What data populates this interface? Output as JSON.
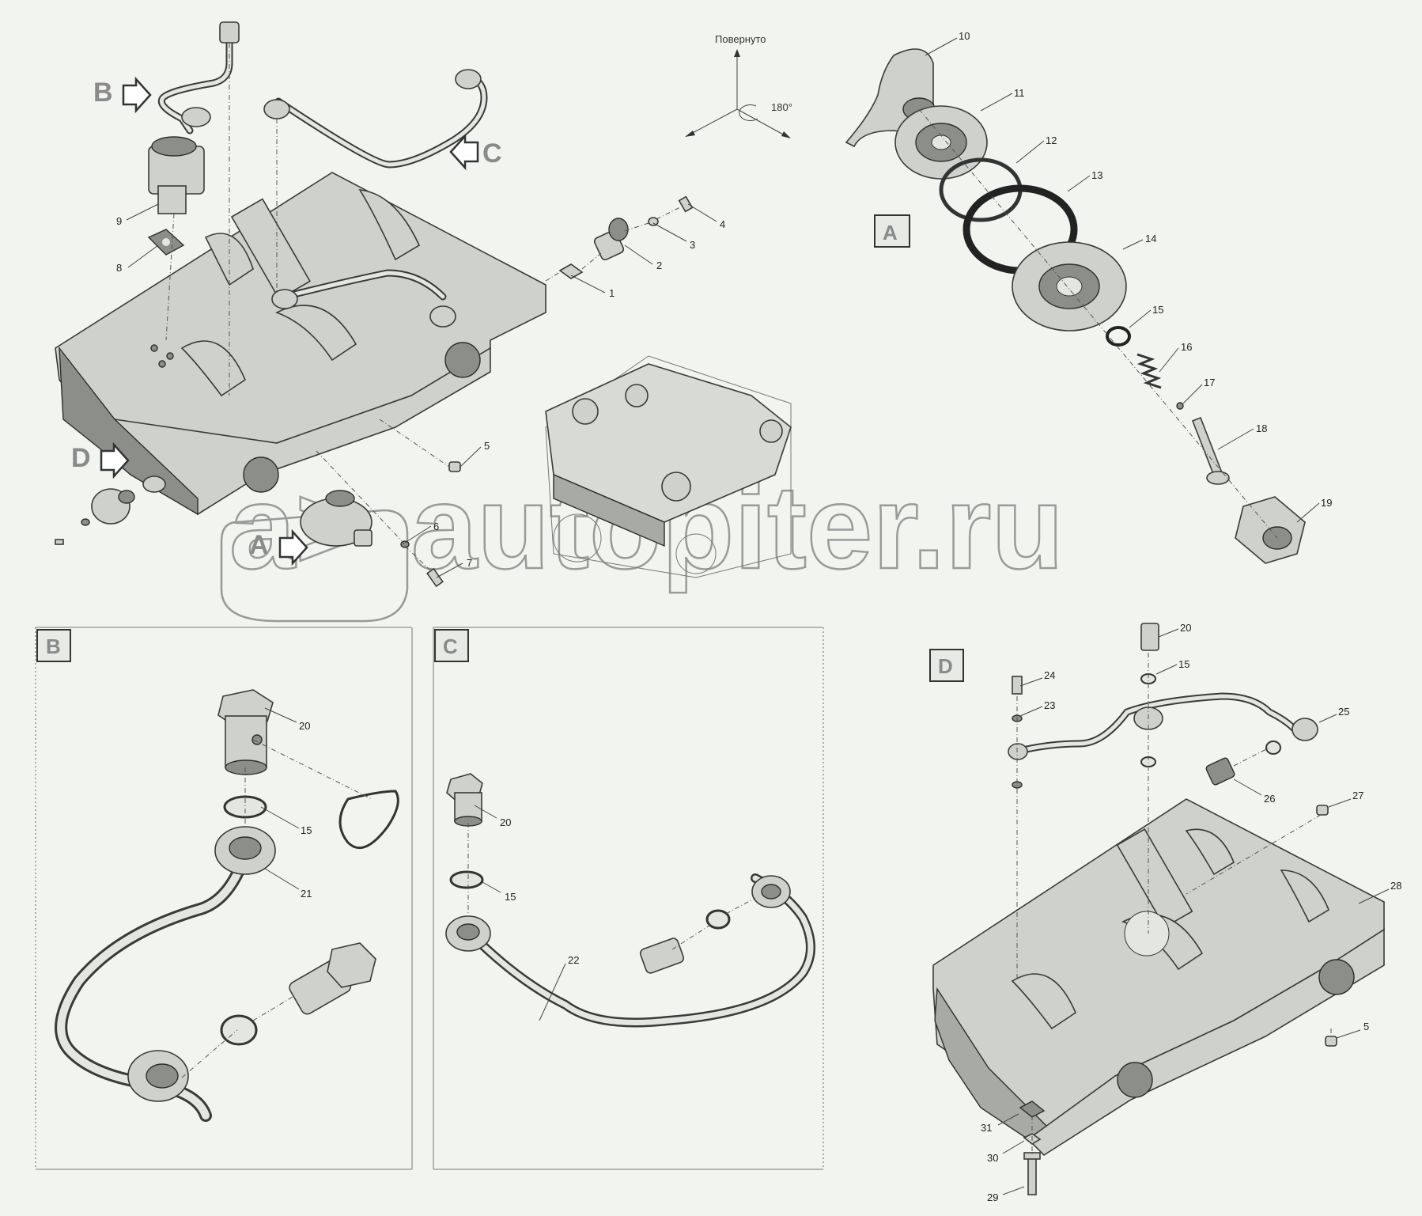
{
  "rotation": {
    "label": "Повернуто",
    "angle": "180°"
  },
  "watermark": {
    "text": "autopiter.ru",
    "mark": "a>"
  },
  "view_markers": [
    "B",
    "C",
    "D",
    "A"
  ],
  "detail_boxes": [
    "A",
    "B",
    "C",
    "D"
  ],
  "callouts": [
    "1",
    "2",
    "3",
    "4",
    "5",
    "6",
    "7",
    "8",
    "9",
    "10",
    "11",
    "12",
    "13",
    "14",
    "15",
    "16",
    "17",
    "18",
    "19",
    "20",
    "15",
    "20",
    "15",
    "21",
    "20",
    "15",
    "22",
    "24",
    "23",
    "25",
    "26",
    "27",
    "28",
    "5",
    "31",
    "30",
    "29"
  ],
  "colors": {
    "part_fill": "#cfd1cc",
    "part_stroke": "#3a3a3a",
    "background": "#f2f4ef",
    "label_gray": "#8a8a8a"
  }
}
